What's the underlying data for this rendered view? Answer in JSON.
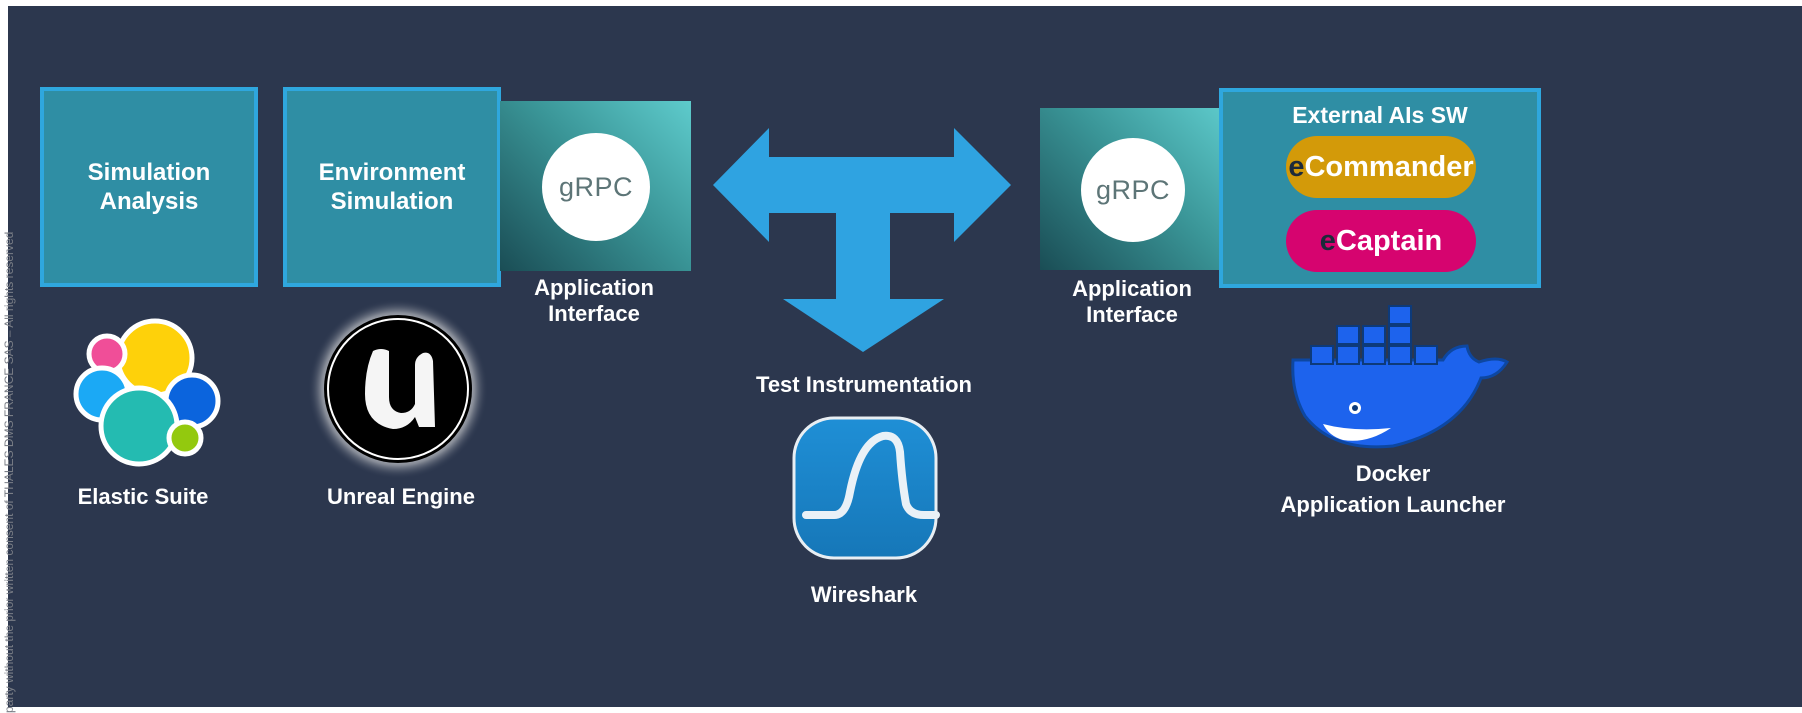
{
  "boxes": {
    "simulation_analysis": "Simulation\nAnalysis",
    "environment_simulation": "Environment\nSimulation",
    "external_title": "External AIs SW"
  },
  "grpc": {
    "left_logo": "gRPC",
    "right_logo": "gRPC",
    "left_label": "Application\nInterface",
    "right_label": "Application\nInterface"
  },
  "pills": {
    "commander": {
      "prefix": "e",
      "text": "Commander",
      "color": "#d39a09"
    },
    "captain": {
      "prefix": "e",
      "text": "Captain",
      "color": "#d6046f"
    }
  },
  "labels": {
    "elastic": "Elastic Suite",
    "unreal": "Unreal Engine",
    "test": "Test Instrumentation",
    "wireshark": "Wireshark",
    "docker": "Docker",
    "launcher": "Application Launcher"
  },
  "watermark": "party without the prior written consent of THALES DMS FRANCE SAS – All rights reserved",
  "colors": {
    "background": "#2c374e",
    "box_fill": "#2f8ea4",
    "box_border": "#2fa7de",
    "arrow": "#2fa3e1"
  },
  "icons": [
    "elastic-logo",
    "unreal-engine-logo",
    "wireshark-logo",
    "docker-logo",
    "grpc-logo",
    "t-arrow"
  ]
}
